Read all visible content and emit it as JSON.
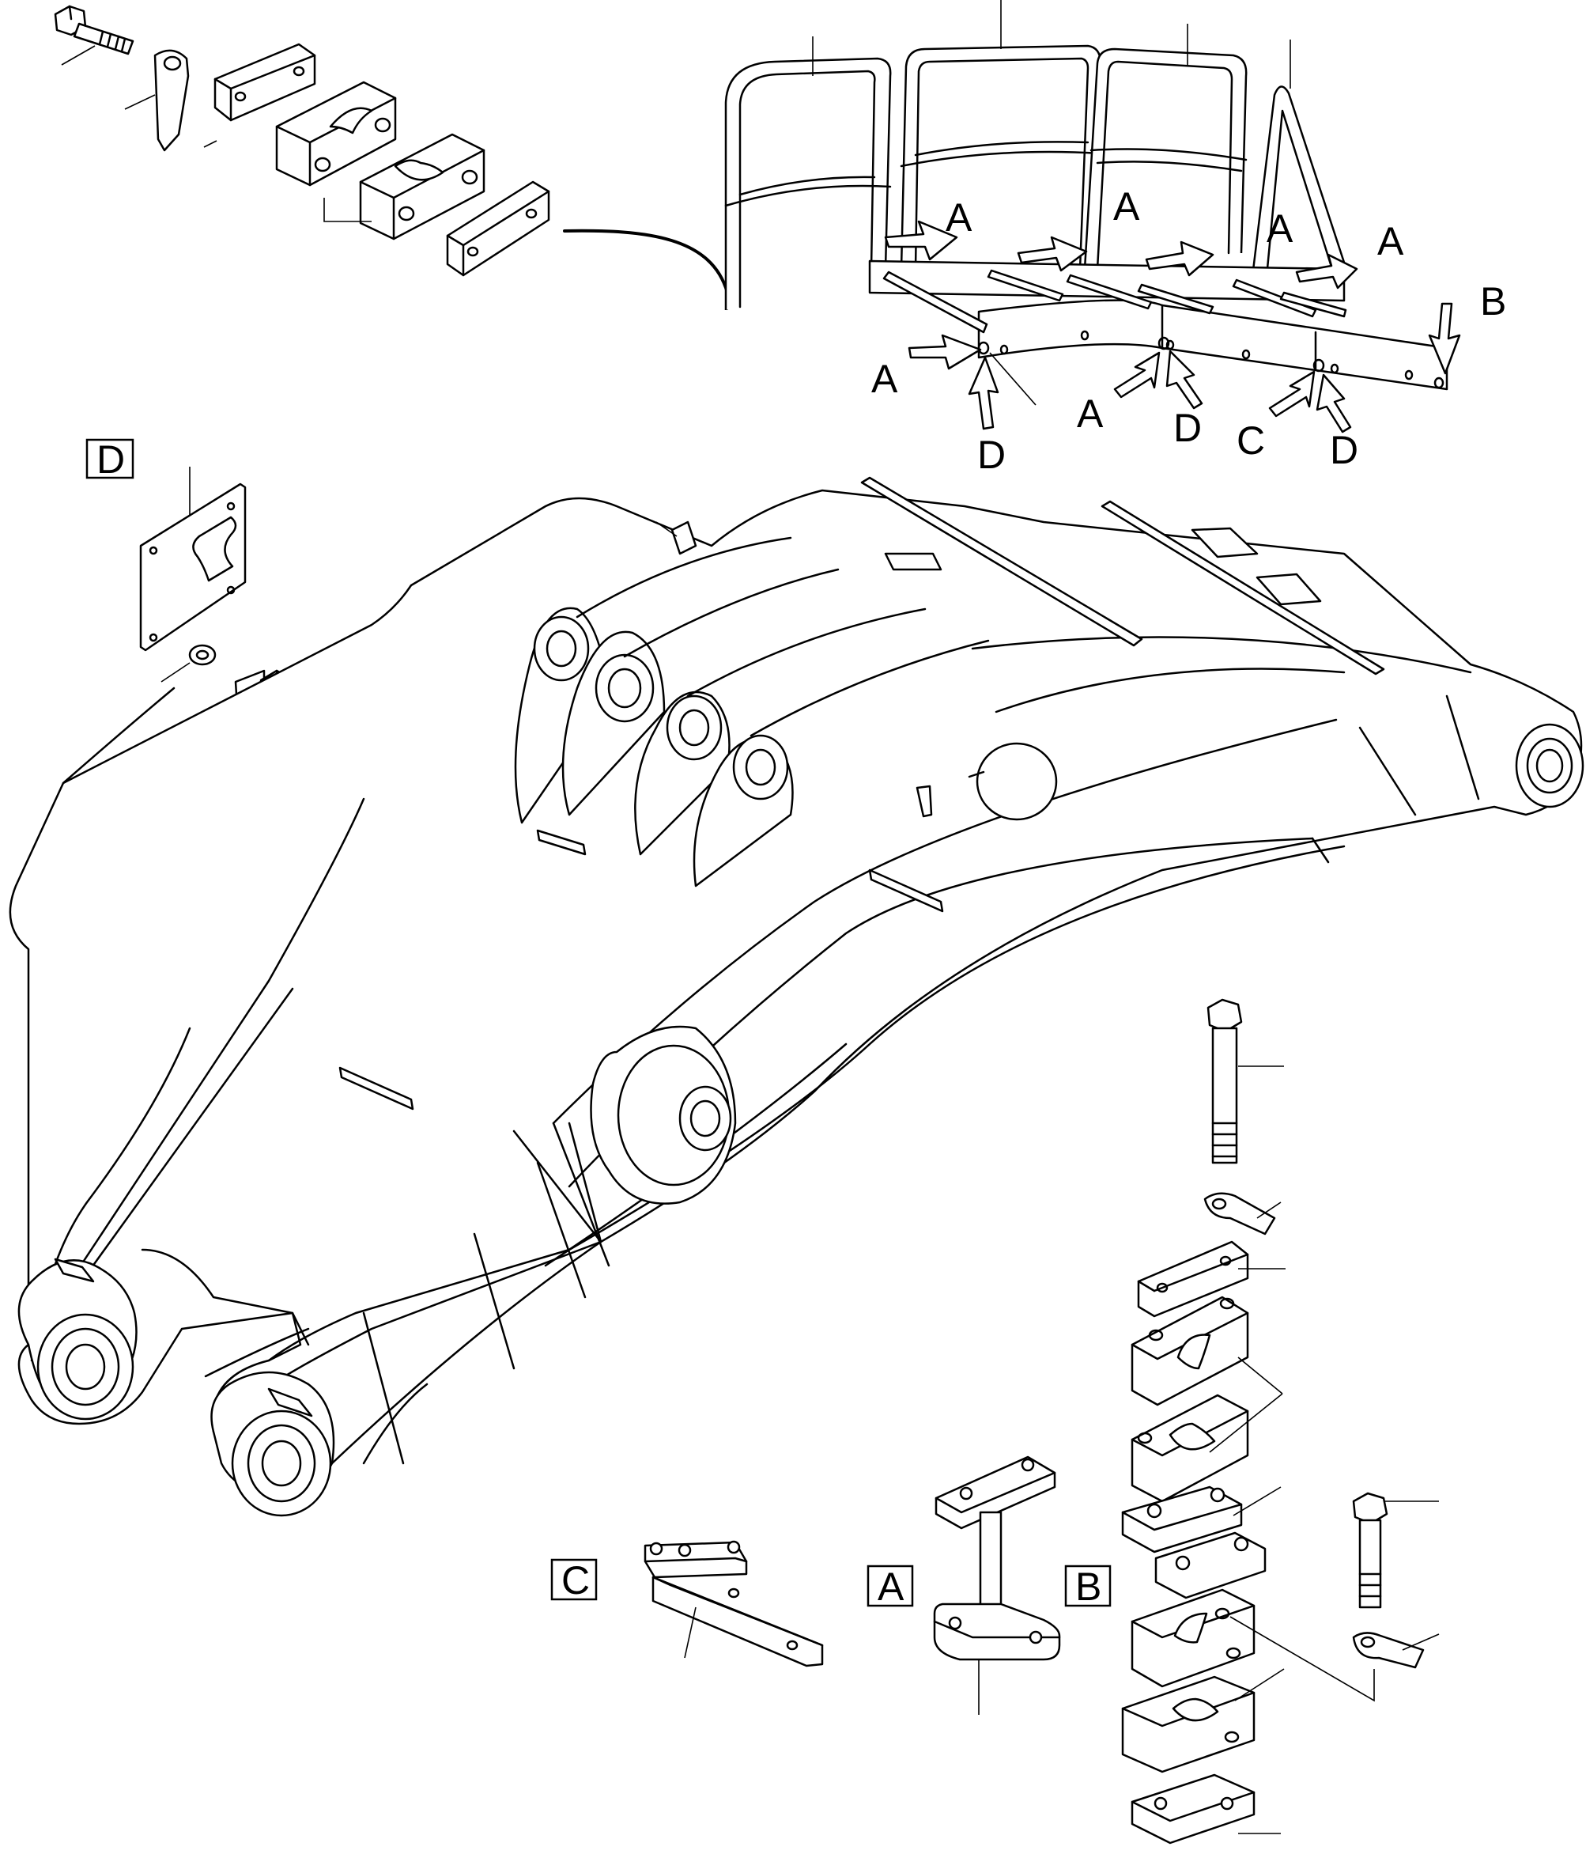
{
  "diagram": {
    "group_labels": {
      "d": "D",
      "c": "C",
      "a": "A",
      "b": "B"
    },
    "callout_labels": {
      "a1": "A",
      "a2": "A",
      "a3": "A",
      "a4": "A",
      "a5": "A",
      "a6": "A",
      "b1": "B",
      "c1": "C",
      "d1": "D",
      "d2": "D",
      "d3": "D"
    }
  }
}
